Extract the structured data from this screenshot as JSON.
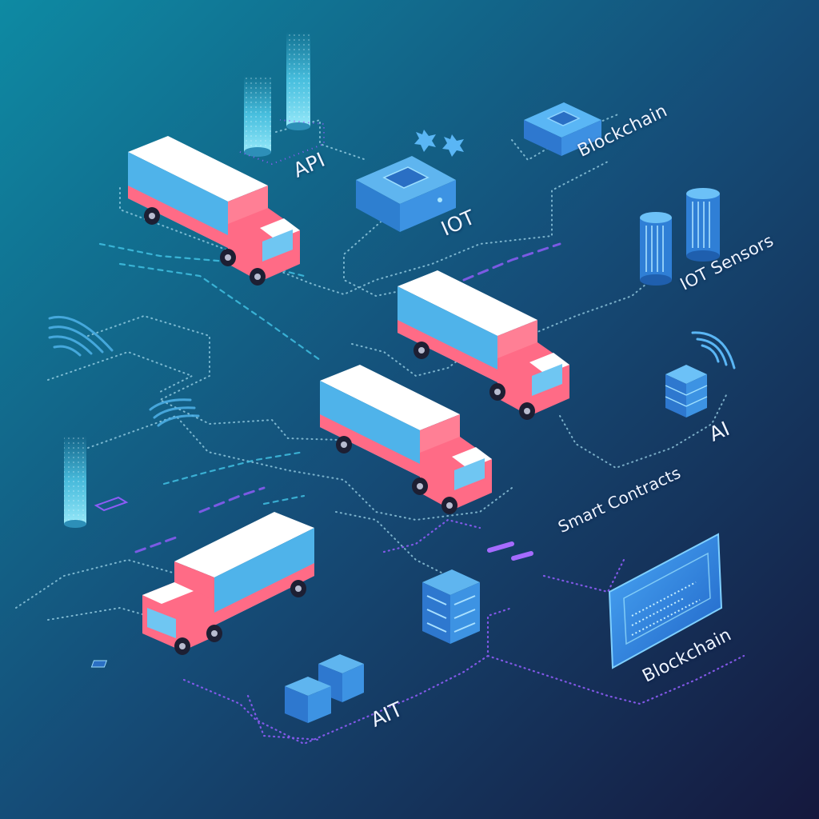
{
  "labels": {
    "api": "API",
    "blockchain_top": "Blockchain",
    "iot": "IOT",
    "iot_sensors": "IOT Sensors",
    "ai": "AI",
    "smart_contracts": "Smart Contracts",
    "blockchain_bottom": "Blockchain",
    "ait": "AIT"
  },
  "icons": [
    "server-tower-icon",
    "chip-block-icon",
    "iot-device-icon",
    "sparkle-icon",
    "sensor-cylinder-icon",
    "wireless-signal-icon",
    "database-stack-icon",
    "server-rack-icon",
    "display-panel-icon",
    "cube-icon",
    "delivery-truck-icon",
    "fingerprint-icon"
  ],
  "colors": {
    "background_start": "#0e8aa3",
    "background_end": "#15183d",
    "truck_body": "#4fb3ea",
    "truck_accent": "#ff6b86",
    "truck_roof": "#ffffff",
    "icon_blue": "#3b8fe0",
    "path_purple": "#8d5cf6",
    "path_cyan": "#43c6e8"
  }
}
